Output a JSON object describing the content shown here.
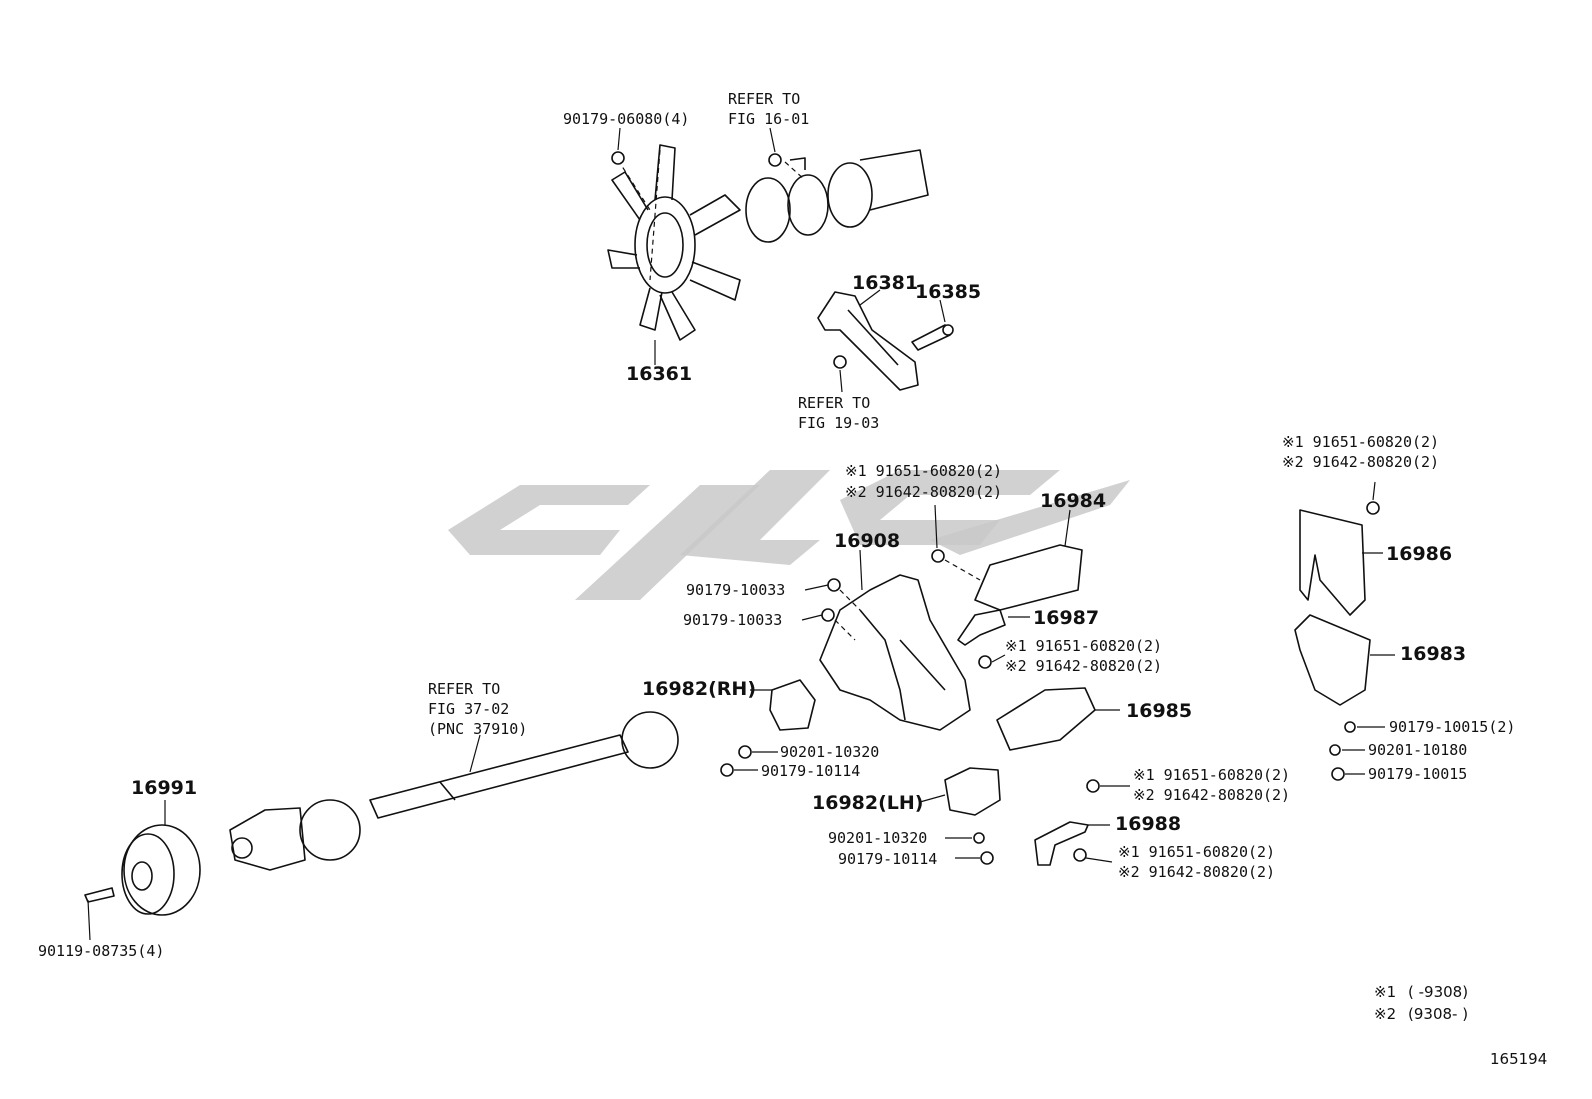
{
  "diagram": {
    "labels": {
      "fan_nut": "90179-06080(4)",
      "refer_16_01_a": "REFER TO",
      "refer_16_01_b": "FIG 16-01",
      "fan": "16361",
      "bracket_16381": "16381",
      "bolt_16385": "16385",
      "refer_19_03_a": "REFER TO",
      "refer_19_03_b": "FIG 19-03",
      "top_mid_1": "※1 91651-60820(2)",
      "top_mid_2": "※2 91642-80820(2)",
      "right_top_1": "※1 91651-60820(2)",
      "right_top_2": "※2 91642-80820(2)",
      "p16984": "16984",
      "p16908": "16908",
      "nut_10033_a": "90179-10033",
      "nut_10033_b": "90179-10033",
      "p16987": "16987",
      "mid_1": "※1 91651-60820(2)",
      "mid_2": "※2 91642-80820(2)",
      "p16986": "16986",
      "p16983": "16983",
      "refer_37_a": "REFER TO",
      "refer_37_b": "FIG 37-02",
      "refer_37_c": "(PNC 37910)",
      "p16982rh": "16982(RH)",
      "p16985": "16985",
      "nut_10015_2": "90179-10015(2)",
      "washer_10180": "90201-10180",
      "nut_10015": "90179-10015",
      "washer_10320_a": "90201-10320",
      "nut_10114_a": "90179-10114",
      "p16991": "16991",
      "p16982lh": "16982(LH)",
      "lower_1": "※1 91651-60820(2)",
      "lower_2": "※2 91642-80820(2)",
      "p16988": "16988",
      "washer_10320_b": "90201-10320",
      "nut_10114_b": "90179-10114",
      "bottom_1": "※1 91651-60820(2)",
      "bottom_2": "※2 91642-80820(2)",
      "pulley_bolt": "90119-08735(4)",
      "note1_mark": "※1",
      "note1_range": "(      -9308)",
      "note2_mark": "※2",
      "note2_range": "(9308-      )",
      "figure_id": "165194"
    }
  }
}
